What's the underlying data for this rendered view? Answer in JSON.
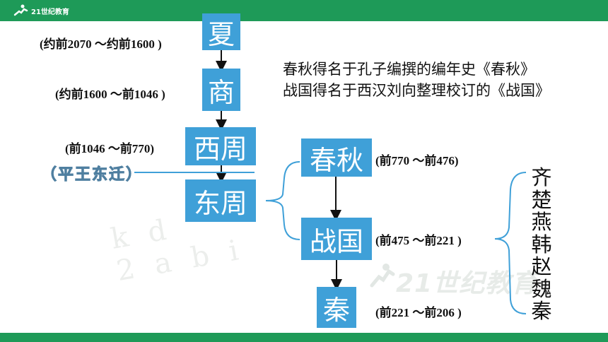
{
  "header": {
    "logo_text": "21世纪教育"
  },
  "watermark": {
    "text": "21世纪教育"
  },
  "dynasties": [
    {
      "name": "夏",
      "date": "(约前2070 ～约前1600 )"
    },
    {
      "name": "商",
      "date": "(约前1600 ～前1046 )"
    },
    {
      "name": "西周",
      "date": "(前1046 ～前770)"
    },
    {
      "name": "东周",
      "date": ""
    },
    {
      "name": "春秋",
      "date": "(前770 ～前476)"
    },
    {
      "name": "战国",
      "date": "(前475 ～前221  )"
    },
    {
      "name": "秦",
      "date": "(前221 ～前206  )"
    }
  ],
  "event": "（平王东迁）",
  "notes": [
    "春秋得名于孔子编撰的编年史《春秋》",
    "战国得名于西汉刘向整理校订的《战国》"
  ],
  "warring_states": [
    "齐",
    "楚",
    "燕",
    "韩",
    "赵",
    "魏",
    "秦"
  ],
  "colors": {
    "box": "#3fa0d8",
    "bar": "#1e9a58",
    "event_text": "#7aa6c2"
  }
}
